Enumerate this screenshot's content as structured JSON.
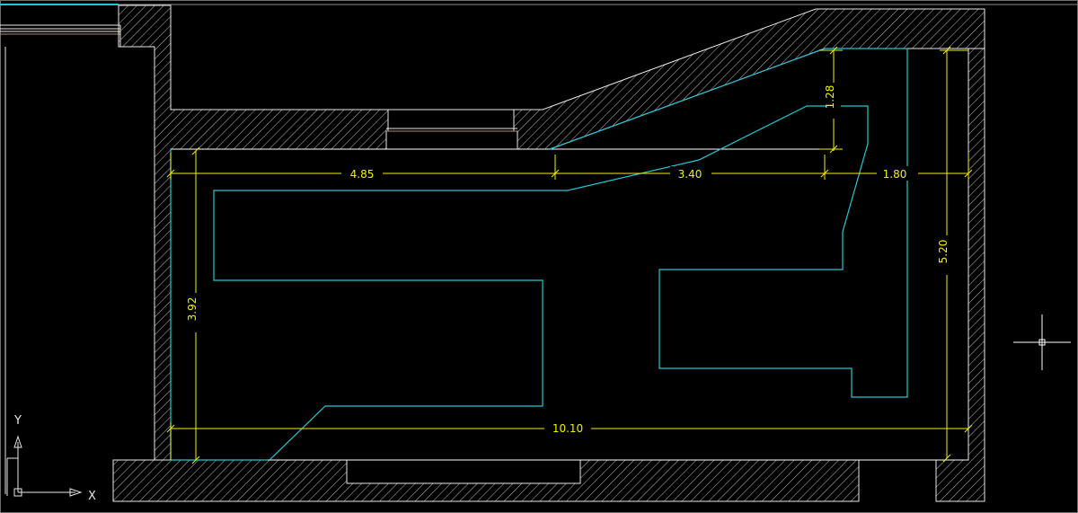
{
  "colors": {
    "background": "#000000",
    "walls": "#e8e8e8",
    "hatch": "#bdbdbd",
    "room_outline": "#ffffff",
    "furniture": "#22c7d6",
    "dimension": "#f2f000",
    "frame": "#9a9a9a",
    "door_line": "#b08a78"
  },
  "dimensions": {
    "d1": "4.85",
    "d2": "3.40",
    "d3": "1.80",
    "d4": "1.28",
    "d5": "5.20",
    "d6": "3.92",
    "d7": "10.10"
  },
  "ucs": {
    "x_label": "X",
    "y_label": "Y"
  },
  "icons": {
    "crosshair": "crosshair-cursor-icon",
    "ucs": "ucs-axis-icon"
  }
}
